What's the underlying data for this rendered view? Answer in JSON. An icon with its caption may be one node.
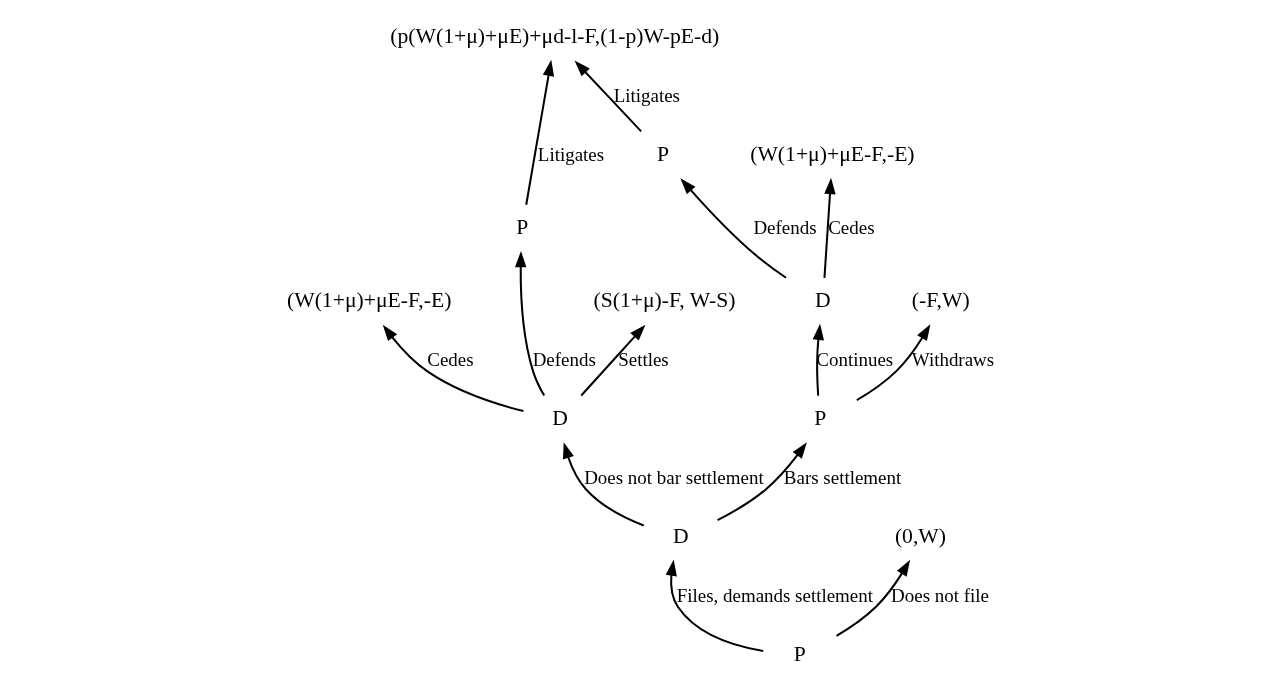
{
  "diagram": {
    "nodes": [
      {
        "text": [
          "(W(1+μ)+μE-F,-E)"
        ]
      },
      {
        "text": [
          "P"
        ]
      },
      {
        "text": [
          "D"
        ]
      },
      {
        "text": [
          "(S(1+μ)-F, W-S)"
        ]
      },
      {
        "text": [
          "P"
        ]
      },
      {
        "text": [
          "(p(W(1+μ)+μE)+μd-l-F,(1-p)W-pE-d)"
        ]
      },
      {
        "text": [
          "D"
        ]
      },
      {
        "text": [
          "P"
        ]
      },
      {
        "text": [
          "D"
        ]
      },
      {
        "text": [
          "P"
        ]
      },
      {
        "text": [
          "(-F,W)"
        ]
      },
      {
        "text": [
          "(W(1+μ)+μE-F,-E)"
        ]
      },
      {
        "text": [
          "(0,W)"
        ]
      }
    ],
    "edges": [
      {
        "from": 2,
        "to": 0,
        "arrow": "to",
        "label": "Cedes"
      },
      {
        "from": 2,
        "to": 1,
        "arrow": "to",
        "label": "Defends"
      },
      {
        "from": 1,
        "to": 5,
        "arrow": "to",
        "label": "Litigates"
      },
      {
        "from": 2,
        "to": 3,
        "arrow": "to",
        "label": "Settles"
      },
      {
        "from": 4,
        "to": 5,
        "arrow": "to",
        "label": "Litigates"
      },
      {
        "from": 6,
        "to": 2,
        "arrow": "to",
        "label": "Does not bar settlement"
      },
      {
        "from": 6,
        "to": 7,
        "arrow": "to",
        "label": "Bars settlement"
      },
      {
        "from": 7,
        "to": 8,
        "arrow": "to",
        "label": "Continues"
      },
      {
        "from": 8,
        "to": 4,
        "arrow": "to",
        "label": "Defends"
      },
      {
        "from": 7,
        "to": 10,
        "arrow": "to",
        "label": "Withdraws"
      },
      {
        "from": 8,
        "to": 11,
        "arrow": "to",
        "label": "Cedes"
      },
      {
        "from": 9,
        "to": 6,
        "arrow": "to",
        "label": "Files, demands settlement"
      },
      {
        "from": 9,
        "to": 12,
        "arrow": "to",
        "label": "Does not file"
      }
    ]
  }
}
